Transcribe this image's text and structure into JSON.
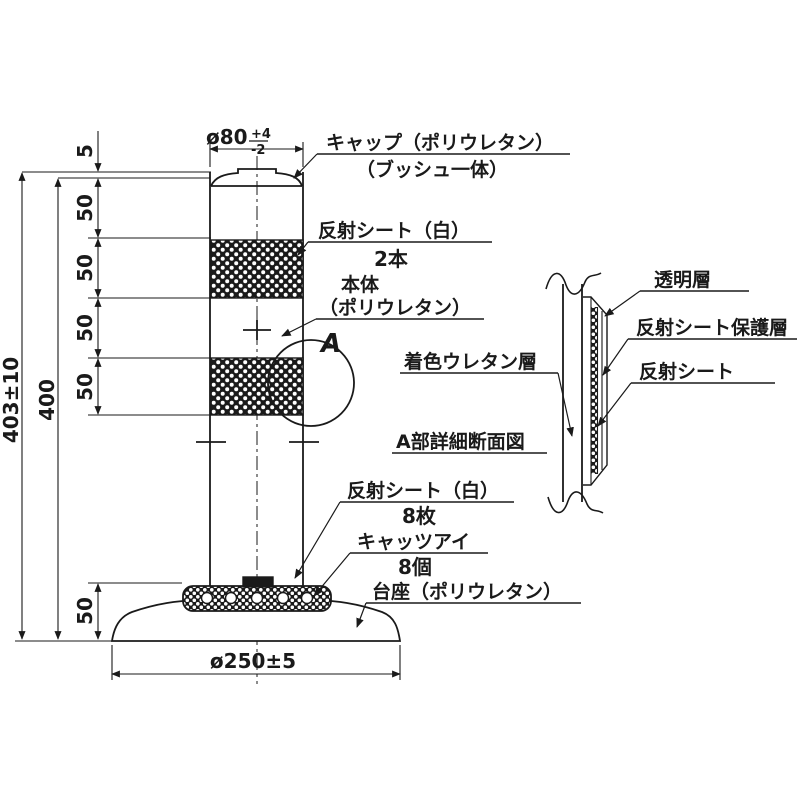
{
  "labels": {
    "cap1": "キャップ（ポリウレタン）",
    "cap2": "（ブッシュ一体）",
    "sheet_top": "反射シート（白）",
    "sheet_top_qty": "2本",
    "body1": "本体",
    "body2": "（ポリウレタン）",
    "a_marker": "A",
    "colored": "着色ウレタン層",
    "detail_title": "A部詳細断面図",
    "transparent": "透明層",
    "protect": "反射シート保護層",
    "sheet": "反射シート",
    "sheet_bottom": "反射シート（白）",
    "sheet_bottom_qty": "8枚",
    "catseye": "キャッツアイ",
    "catseye_qty": "8個",
    "base": "台座（ポリウレタン）"
  },
  "dims": {
    "d80": "ø80",
    "d80_plus": "+4",
    "d80_minus": "-2",
    "h5": "5",
    "s50a": "50",
    "s50b": "50",
    "s50c": "50",
    "s50d": "50",
    "h400": "400",
    "h403": "403±10",
    "b50": "50",
    "d250": "ø250±5"
  },
  "colors": {
    "line": "#1a1a1a",
    "background": "#ffffff"
  }
}
